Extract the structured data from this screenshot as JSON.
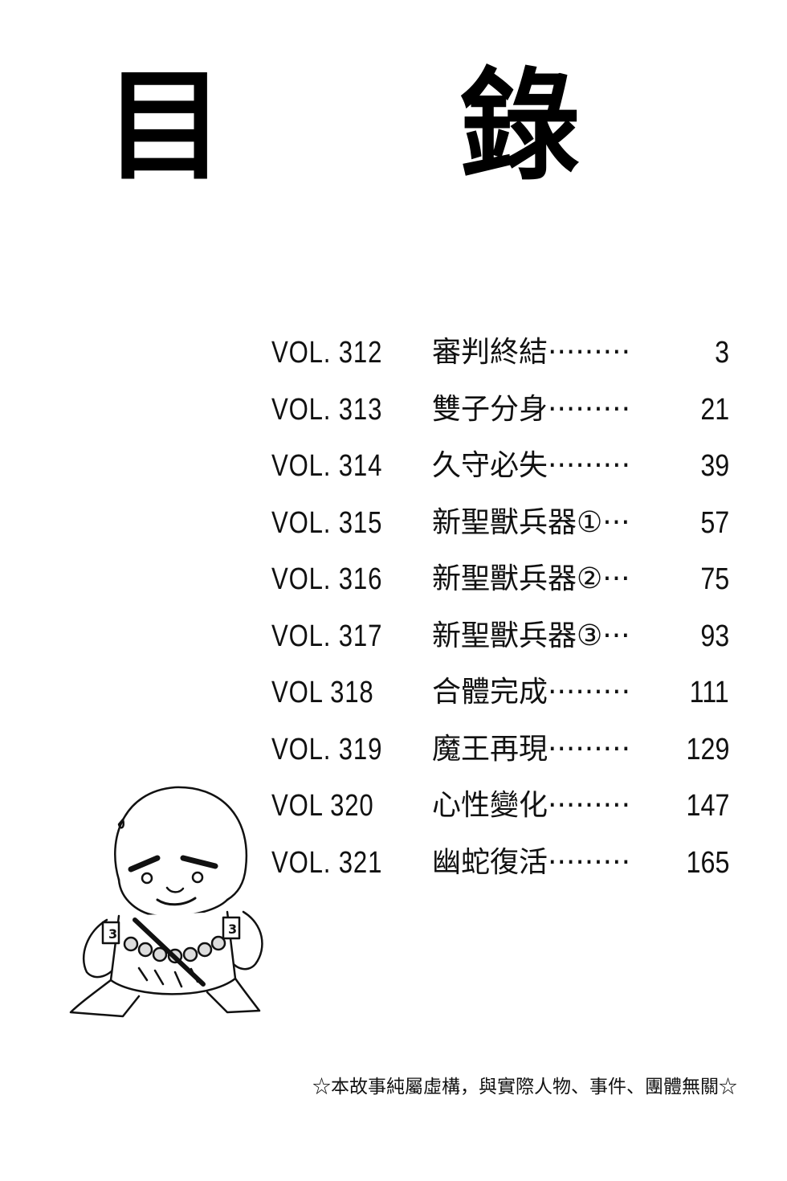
{
  "page": {
    "title": "目 錄"
  },
  "toc": [
    {
      "vol": "VOL. 312",
      "title": "審判終結",
      "leader": "·········",
      "page": "3"
    },
    {
      "vol": "VOL. 313",
      "title": "雙子分身",
      "leader": "·········",
      "page": "21"
    },
    {
      "vol": "VOL. 314",
      "title": "久守必失",
      "leader": "·········",
      "page": "39"
    },
    {
      "vol": "VOL. 315",
      "title": "新聖獸兵器①",
      "leader": "···",
      "page": "57"
    },
    {
      "vol": "VOL. 316",
      "title": "新聖獸兵器②",
      "leader": "···",
      "page": "75"
    },
    {
      "vol": "VOL. 317",
      "title": "新聖獸兵器③",
      "leader": "···",
      "page": "93"
    },
    {
      "vol": "VOL 318",
      "title": "合體完成",
      "leader": "·········",
      "page": "111"
    },
    {
      "vol": "VOL. 319",
      "title": "魔王再現",
      "leader": "·········",
      "page": "129"
    },
    {
      "vol": "VOL 320",
      "title": "心性變化",
      "leader": "·········",
      "page": "147"
    },
    {
      "vol": "VOL. 321",
      "title": "幽蛇復活",
      "leader": "·········",
      "page": "165"
    }
  ],
  "footer": {
    "disclaimer": "☆本故事純屬虛構，與實際人物、事件、團體無關☆"
  },
  "icons": {
    "mascot": "chibi-monk-illustration"
  }
}
